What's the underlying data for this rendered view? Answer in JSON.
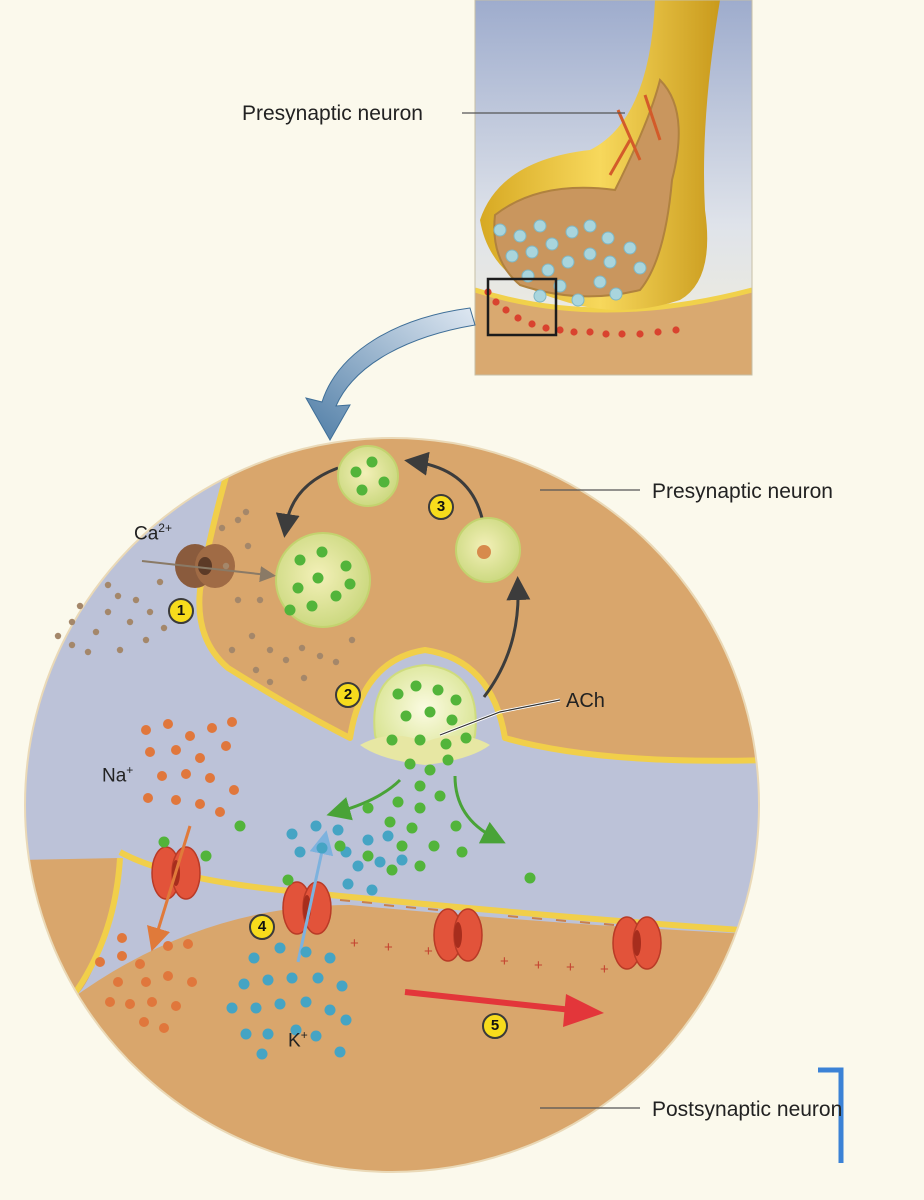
{
  "labels": {
    "presynaptic_top": "Presynaptic neuron",
    "presynaptic": "Presynaptic neuron",
    "postsynaptic": "Postsynaptic neuron",
    "ach": "ACh"
  },
  "ions": {
    "ca": {
      "symbol": "Ca",
      "charge": "2+"
    },
    "na": {
      "symbol": "Na",
      "charge": "+"
    },
    "k": {
      "symbol": "K",
      "charge": "+"
    }
  },
  "steps": [
    "1",
    "2",
    "3",
    "4",
    "5"
  ],
  "colors": {
    "background": "#fbf9ec",
    "cytoplasm": "#d9a66c",
    "membrane": "#f3d248",
    "cleft": "#bcc2d8",
    "ach_green": "#52b43a",
    "na_orange": "#e0773c",
    "k_blue": "#45a4c4",
    "ca_brown": "#a4876a",
    "channel_red": "#e2533a",
    "propagation_arrow": "#e3363a",
    "bracket_blue": "#3b82d6"
  }
}
